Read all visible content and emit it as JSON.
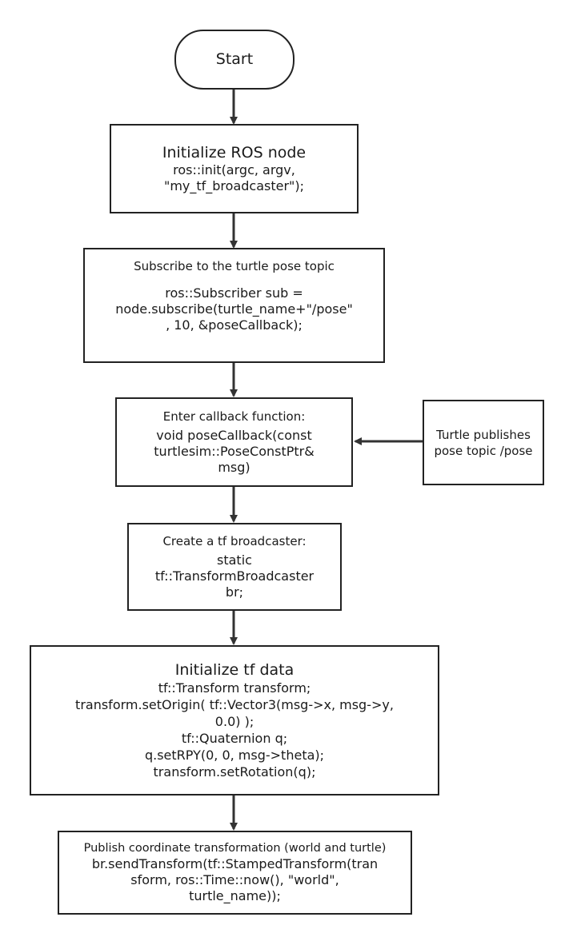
{
  "flowchart": {
    "start": {
      "label": "Start"
    },
    "step1": {
      "title": "Initialize ROS node",
      "body": "ros::init(argc, argv,\n\"my_tf_broadcaster\");"
    },
    "step2": {
      "title": "Subscribe to the turtle pose topic",
      "body": "ros::Subscriber sub =\nnode.subscribe(turtle_name+\"/pose\"\n, 10, &poseCallback);"
    },
    "step3": {
      "title": "Enter callback function:",
      "body": "void poseCallback(const\nturtlesim::PoseConstPtr&\nmsg)"
    },
    "side": {
      "body": "Turtle publishes\npose topic /pose"
    },
    "step4": {
      "title": "Create a tf broadcaster:",
      "body": "static\ntf::TransformBroadcaster\nbr;"
    },
    "step5": {
      "title": "Initialize tf data",
      "body": "tf::Transform transform;\ntransform.setOrigin( tf::Vector3(msg->x, msg->y,\n0.0) );\ntf::Quaternion q;\nq.setRPY(0, 0, msg->theta);\ntransform.setRotation(q);"
    },
    "step6": {
      "title": "Publish coordinate transformation (world and turtle)",
      "body": "br.sendTransform(tf::StampedTransform(tran\nsform, ros::Time::now(), \"world\",\nturtle_name));"
    }
  }
}
